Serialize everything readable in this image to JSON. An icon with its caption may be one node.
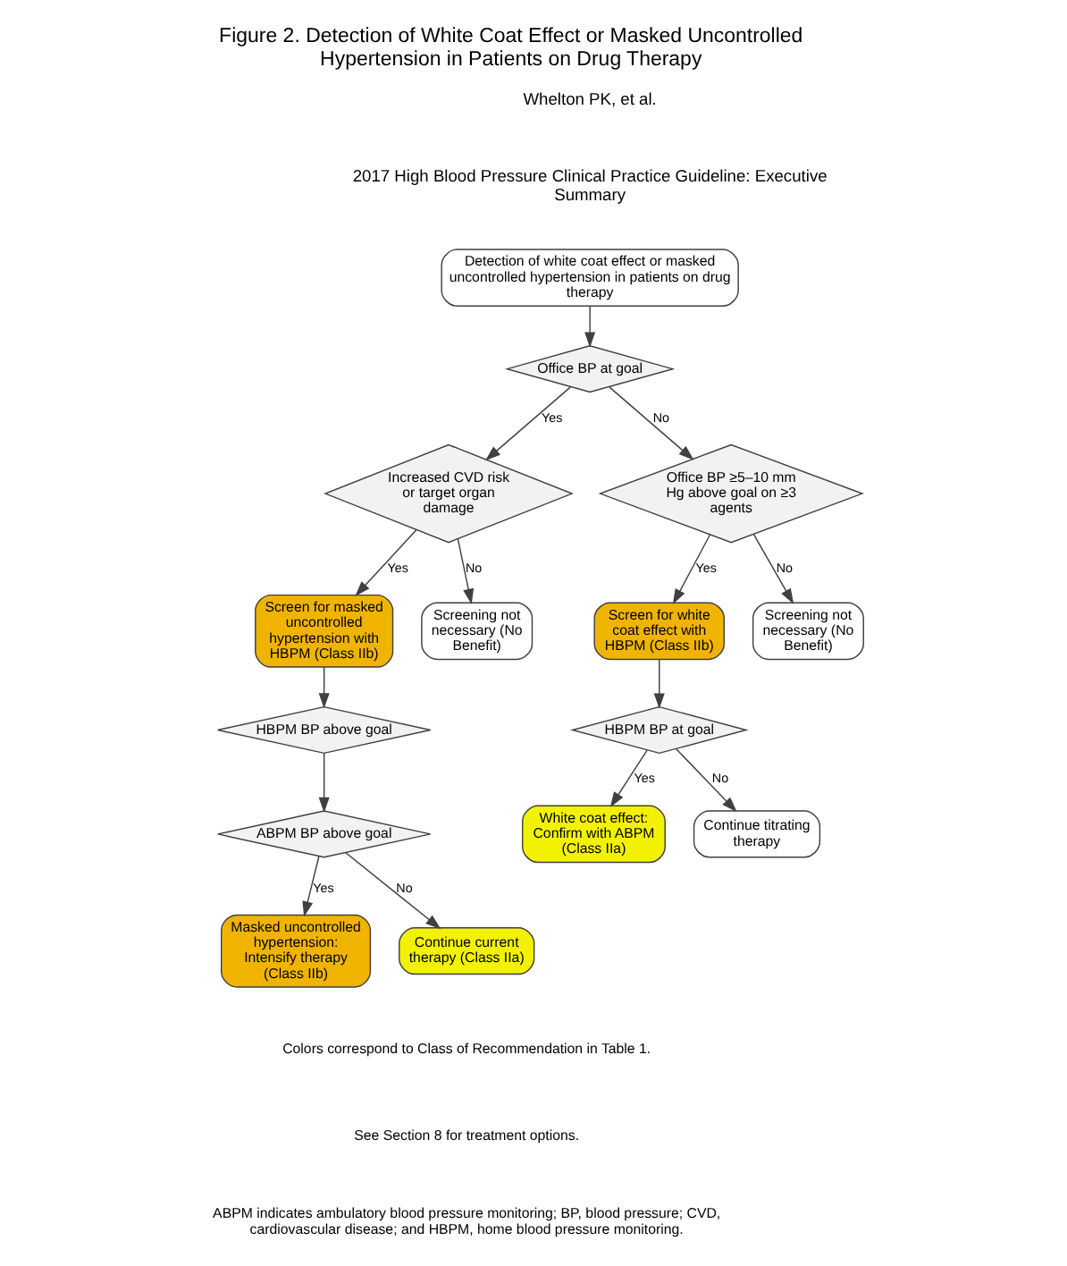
{
  "diagram": {
    "title": "Figure 2. Detection of White Coat Effect or Masked Uncontrolled Hypertension in Patients on Drug Therapy",
    "nodes": [
      {
        "text": [
          "Detection of white coat effect or masked uncontrolled hypertension in patients on drug therapy"
        ]
      },
      {
        "text": [
          "Office BP at goal"
        ]
      },
      {
        "text": [
          "Increased CVD risk or target organ damage"
        ]
      },
      {
        "text": [
          "Office BP ≥5–10 mm Hg above goal on ≥3 agents"
        ]
      },
      {
        "text": [
          "Screen for masked uncontrolled hypertension with HBPM (Class IIb)"
        ]
      },
      {
        "text": [
          "Screening not necessary (No Benefit)"
        ]
      },
      {
        "text": [
          "Screen for white coat effect with HBPM (Class IIb)"
        ]
      },
      {
        "text": [
          "Screening not necessary (No Benefit)"
        ]
      },
      {
        "text": [
          "HBPM BP above goal"
        ]
      },
      {
        "text": [
          "HBPM BP at goal"
        ]
      },
      {
        "text": [
          "ABPM BP above goal"
        ]
      },
      {
        "text": [
          "White coat effect: Confirm with ABPM (Class IIa)"
        ]
      },
      {
        "text": [
          "Continue titrating therapy"
        ]
      },
      {
        "text": [
          "Masked uncontrolled hypertension: Intensify therapy (Class IIb)"
        ]
      },
      {
        "text": [
          "Continue current therapy (Class IIa)"
        ]
      }
    ],
    "edges": [
      {
        "from": 0,
        "to": 1,
        "arrow": "to"
      },
      {
        "from": 1,
        "to": 2,
        "arrow": "to",
        "label": "Yes"
      },
      {
        "from": 1,
        "to": 3,
        "arrow": "to",
        "label": "No"
      },
      {
        "from": 2,
        "to": 4,
        "arrow": "to",
        "label": "Yes"
      },
      {
        "from": 2,
        "to": 5,
        "arrow": "to",
        "label": "No"
      },
      {
        "from": 3,
        "to": 6,
        "arrow": "to",
        "label": "Yes"
      },
      {
        "from": 3,
        "to": 7,
        "arrow": "to",
        "label": "No"
      },
      {
        "from": 4,
        "to": 8,
        "arrow": "to"
      },
      {
        "from": 6,
        "to": 9,
        "arrow": "to"
      },
      {
        "from": 8,
        "to": 10,
        "arrow": "to"
      },
      {
        "from": 9,
        "to": 11,
        "arrow": "to",
        "label": "Yes"
      },
      {
        "from": 9,
        "to": 12,
        "arrow": "to",
        "label": "No"
      },
      {
        "from": 10,
        "to": 13,
        "arrow": "to",
        "label": "Yes"
      },
      {
        "from": 10,
        "to": 14,
        "arrow": "to",
        "label": "No"
      }
    ],
    "labels": [
      "Whelton PK, et al.",
      "2017 High Blood Pressure Clinical Practice Guideline: Executive Summary",
      "Colors correspond to Class of Recommendation in Table 1.",
      "See Section 8 for treatment options.",
      "ABPM indicates ambulatory blood pressure monitoring; BP, blood pressure; CVD, cardiovascular disease; and HBPM, home blood pressure monitoring."
    ]
  }
}
